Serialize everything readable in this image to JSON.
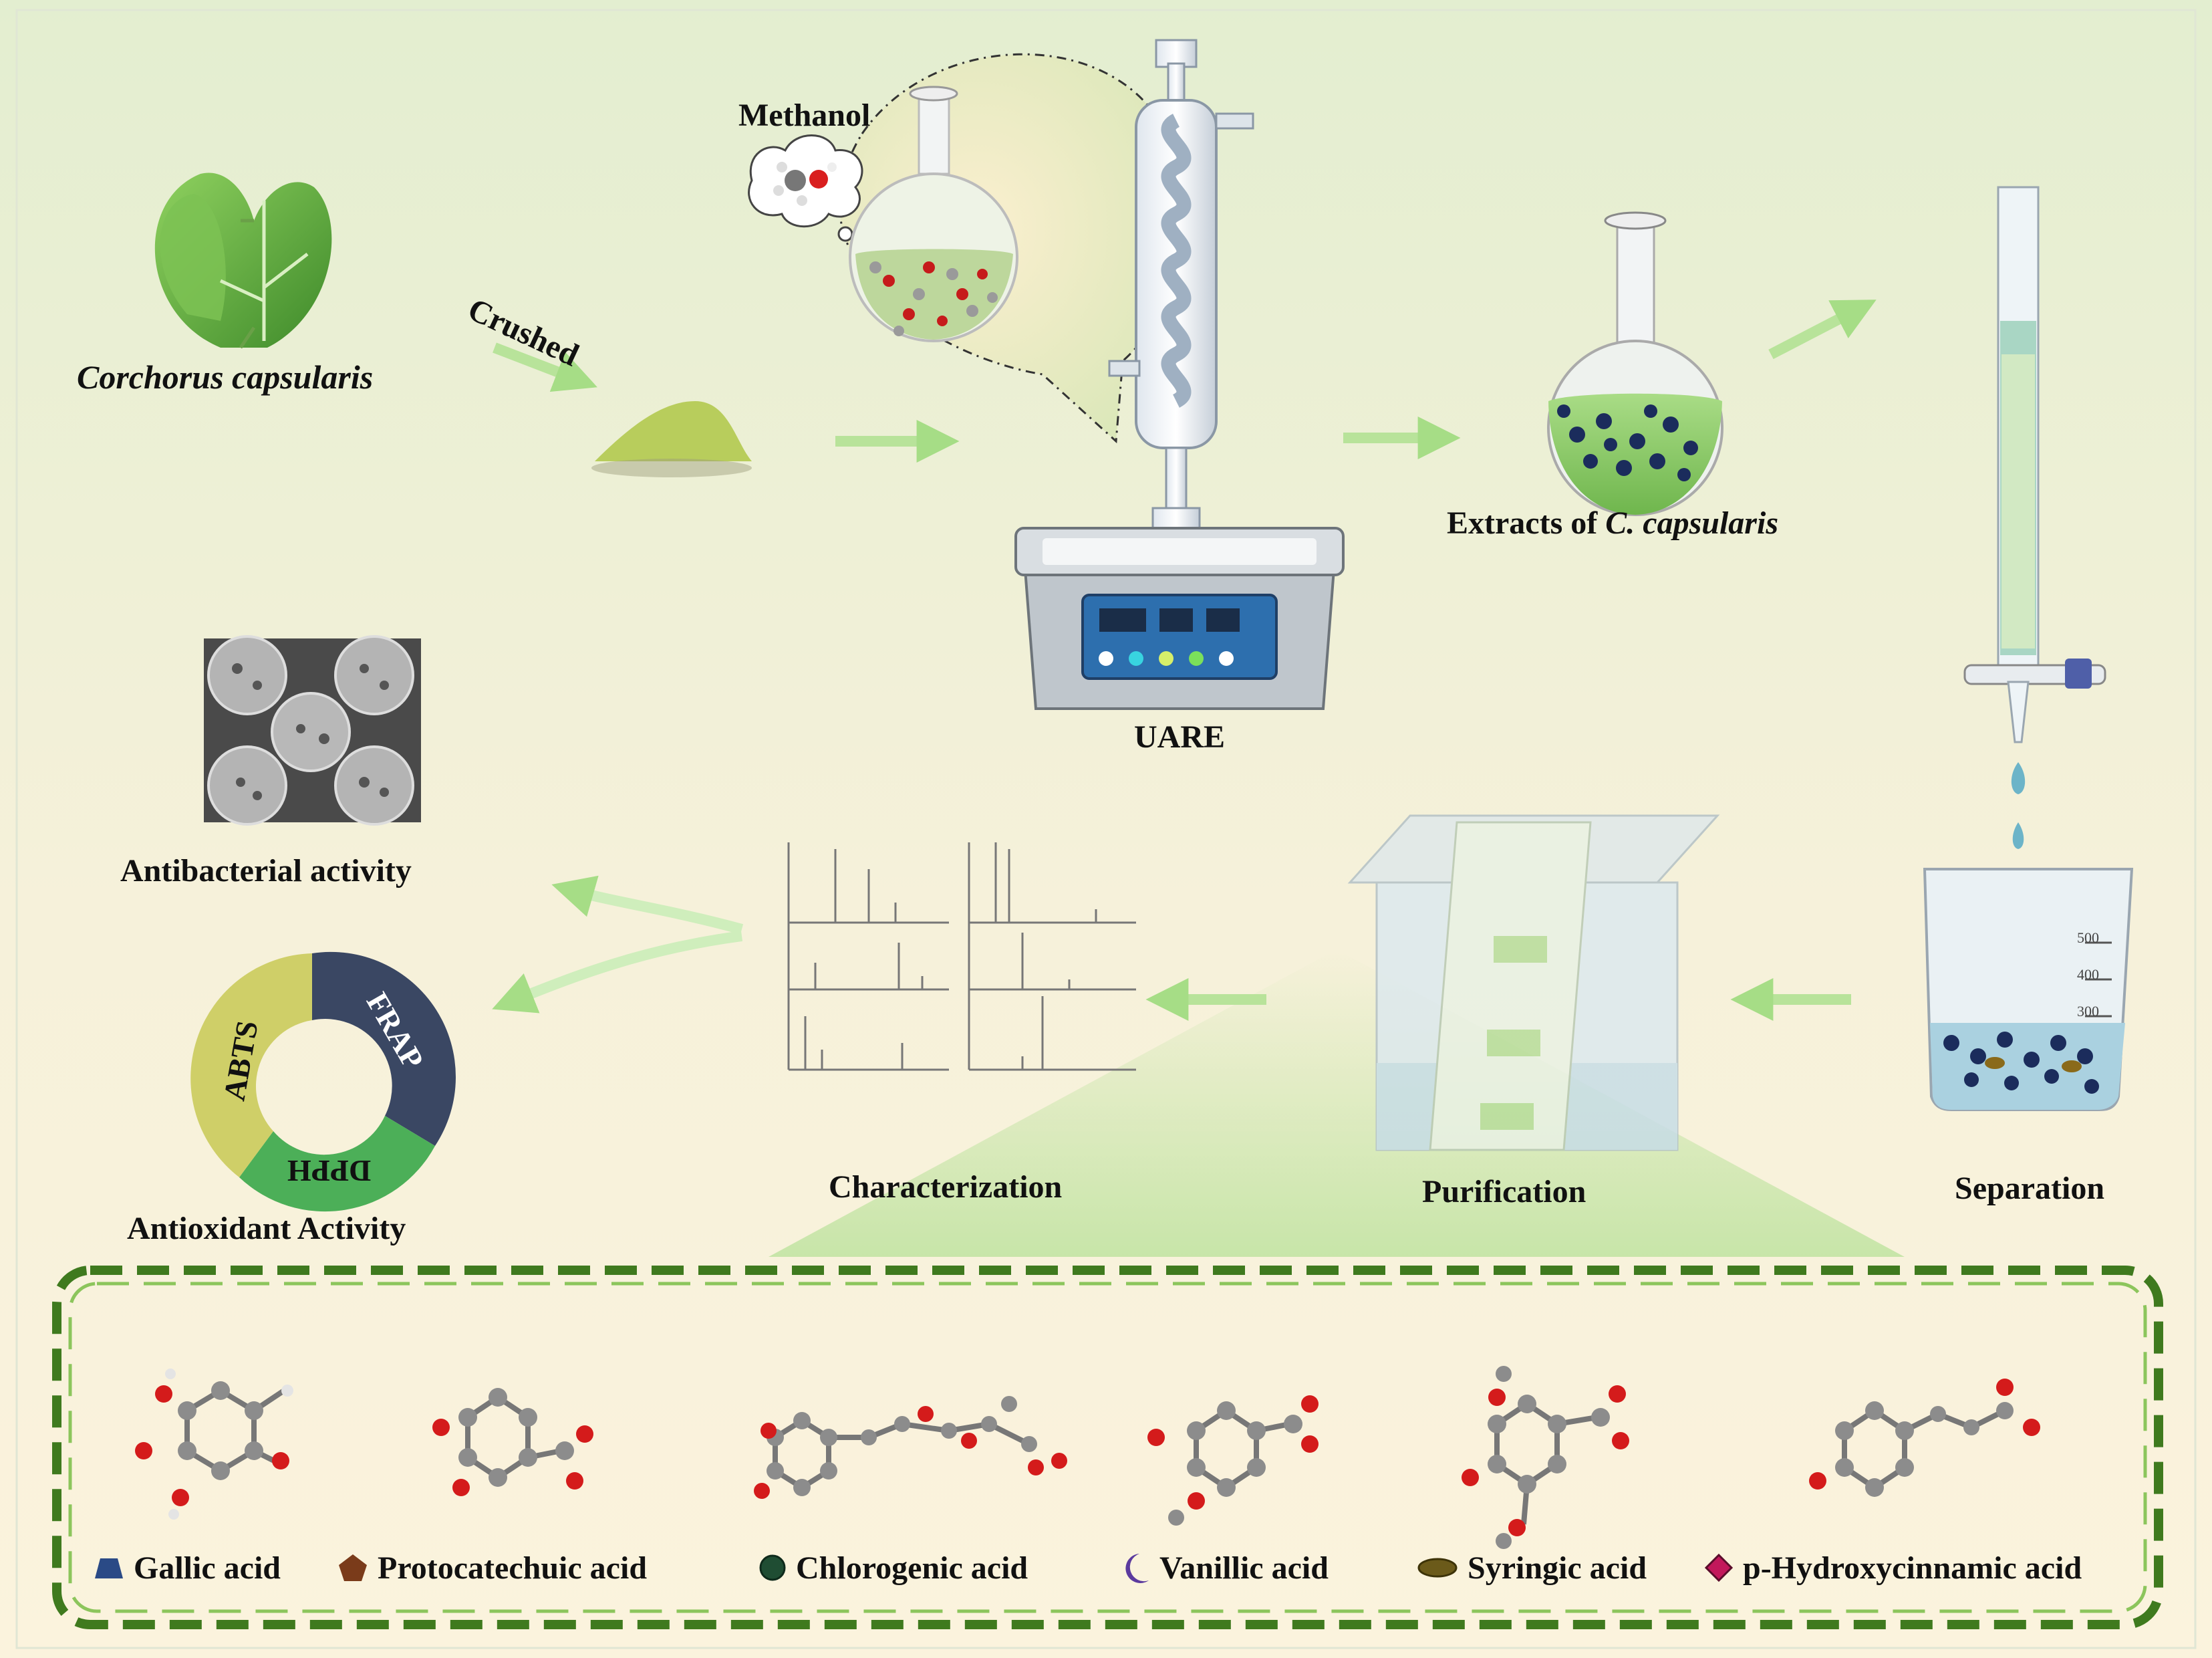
{
  "labels": {
    "plant": "Corchorus capsularis",
    "crushed": "Crushed",
    "methanol": "Methanol",
    "uare": "UARE",
    "extracts_prefix": "Extracts of ",
    "extracts_italic": "C. capsularis",
    "separation": "Separation",
    "purification": "Purification",
    "characterization": "Characterization",
    "antibacterial": "Antibacterial activity",
    "antioxidant": "Antioxidant Activity"
  },
  "ring": {
    "abts": "ABTS",
    "frap": "FRAP",
    "dpph": "DPPH"
  },
  "beaker_marks": [
    "500",
    "400",
    "300"
  ],
  "legend": [
    {
      "label": "Gallic acid",
      "icon": "trapezoid-icon",
      "color": "#2a4a86"
    },
    {
      "label": "Protocatechuic acid",
      "icon": "pentagon-icon",
      "color": "#7a3b1a"
    },
    {
      "label": "Chlorogenic acid",
      "icon": "circle-icon",
      "color": "#1f4d33"
    },
    {
      "label": "Vanillic acid",
      "icon": "crescent-icon",
      "color": "#5b3a9e"
    },
    {
      "label": "Syringic acid",
      "icon": "ellipse-icon",
      "color": "#6b5a1a"
    },
    {
      "label": "p-Hydroxycinnamic acid",
      "icon": "diamond-icon",
      "color": "#c2185b"
    }
  ],
  "colors": {
    "arrow": "#b8e39a",
    "dash_border": "#3f7a1e",
    "abts": "#cfcf68",
    "frap": "#3a4763",
    "dpph": "#4caf58"
  }
}
